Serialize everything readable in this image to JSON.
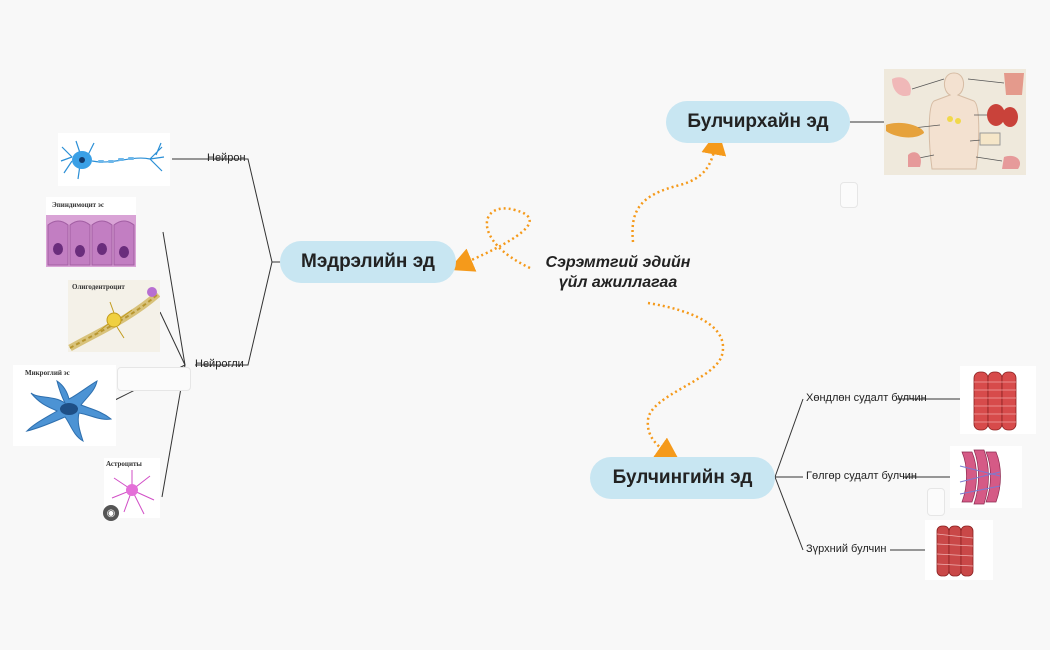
{
  "central": {
    "line1": "Сэрэмтгий эдийн",
    "line2": "үйл ажиллагаа"
  },
  "branches": {
    "neural": {
      "title": "Мэдрэлийн эд",
      "neuron": "Нейрон",
      "neuroglia": "Нейрогли"
    },
    "glandular": {
      "title": "Булчирхайн эд"
    },
    "muscle": {
      "title": "Булчингийн эд",
      "striated": "Хөндлөн судалт булчин",
      "smooth": "Гөлгөр судалт булчин",
      "cardiac": "Зүрхний булчин"
    }
  },
  "image_labels": {
    "ependymocyte": "Эпиндимоцит эс",
    "oligodendrocyte": "Олигодентроцит",
    "microglia": "Микроглий эс",
    "astrocyte": "Астроциты"
  },
  "colors": {
    "node_bg": "#c8e6f2",
    "arrow": "#f59a1b",
    "line": "#333333",
    "background": "#f8f8f8"
  },
  "icons": [
    "camera-icon"
  ]
}
